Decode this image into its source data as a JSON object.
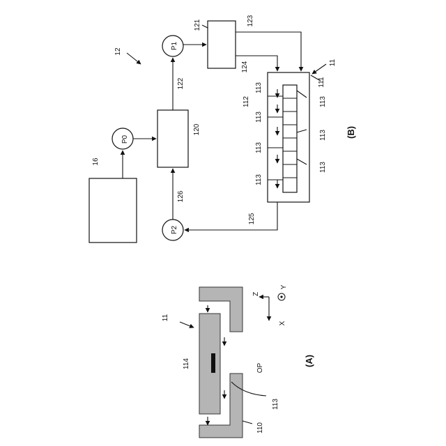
{
  "panel_b": {
    "title": "(B)",
    "label_12": "12",
    "label_11": "11",
    "label_16": "16",
    "label_p0": "P0",
    "label_p1": "P1",
    "label_p2": "P2",
    "label_120": "120",
    "label_121": "121",
    "label_122": "122",
    "label_123": "123",
    "label_124": "124",
    "label_125": "125",
    "label_126": "126",
    "label_111": "111",
    "label_112": "112",
    "label_113": "113"
  },
  "panel_a": {
    "title": "(A)",
    "label_11": "11",
    "label_114": "114",
    "label_110": "110",
    "label_113": "113",
    "label_op": "OP",
    "axis_x": "X",
    "axis_y": "Y",
    "axis_z": "Z"
  }
}
